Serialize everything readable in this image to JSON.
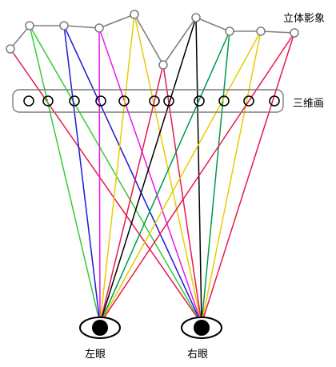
{
  "labels": {
    "stereo_image": "立体影象",
    "three_d_painting": "三维画",
    "left_eye": "左眼",
    "right_eye": "右眼"
  },
  "colors": {
    "outline": "#808080",
    "painting_frame": "#7a7a7a",
    "circle": "#000000",
    "eye": "#000000",
    "lines": [
      "#e6194b",
      "#33cc33",
      "#1a1ad9",
      "#e619e6",
      "#e6cc00",
      "#000000",
      "#00994d"
    ]
  }
}
